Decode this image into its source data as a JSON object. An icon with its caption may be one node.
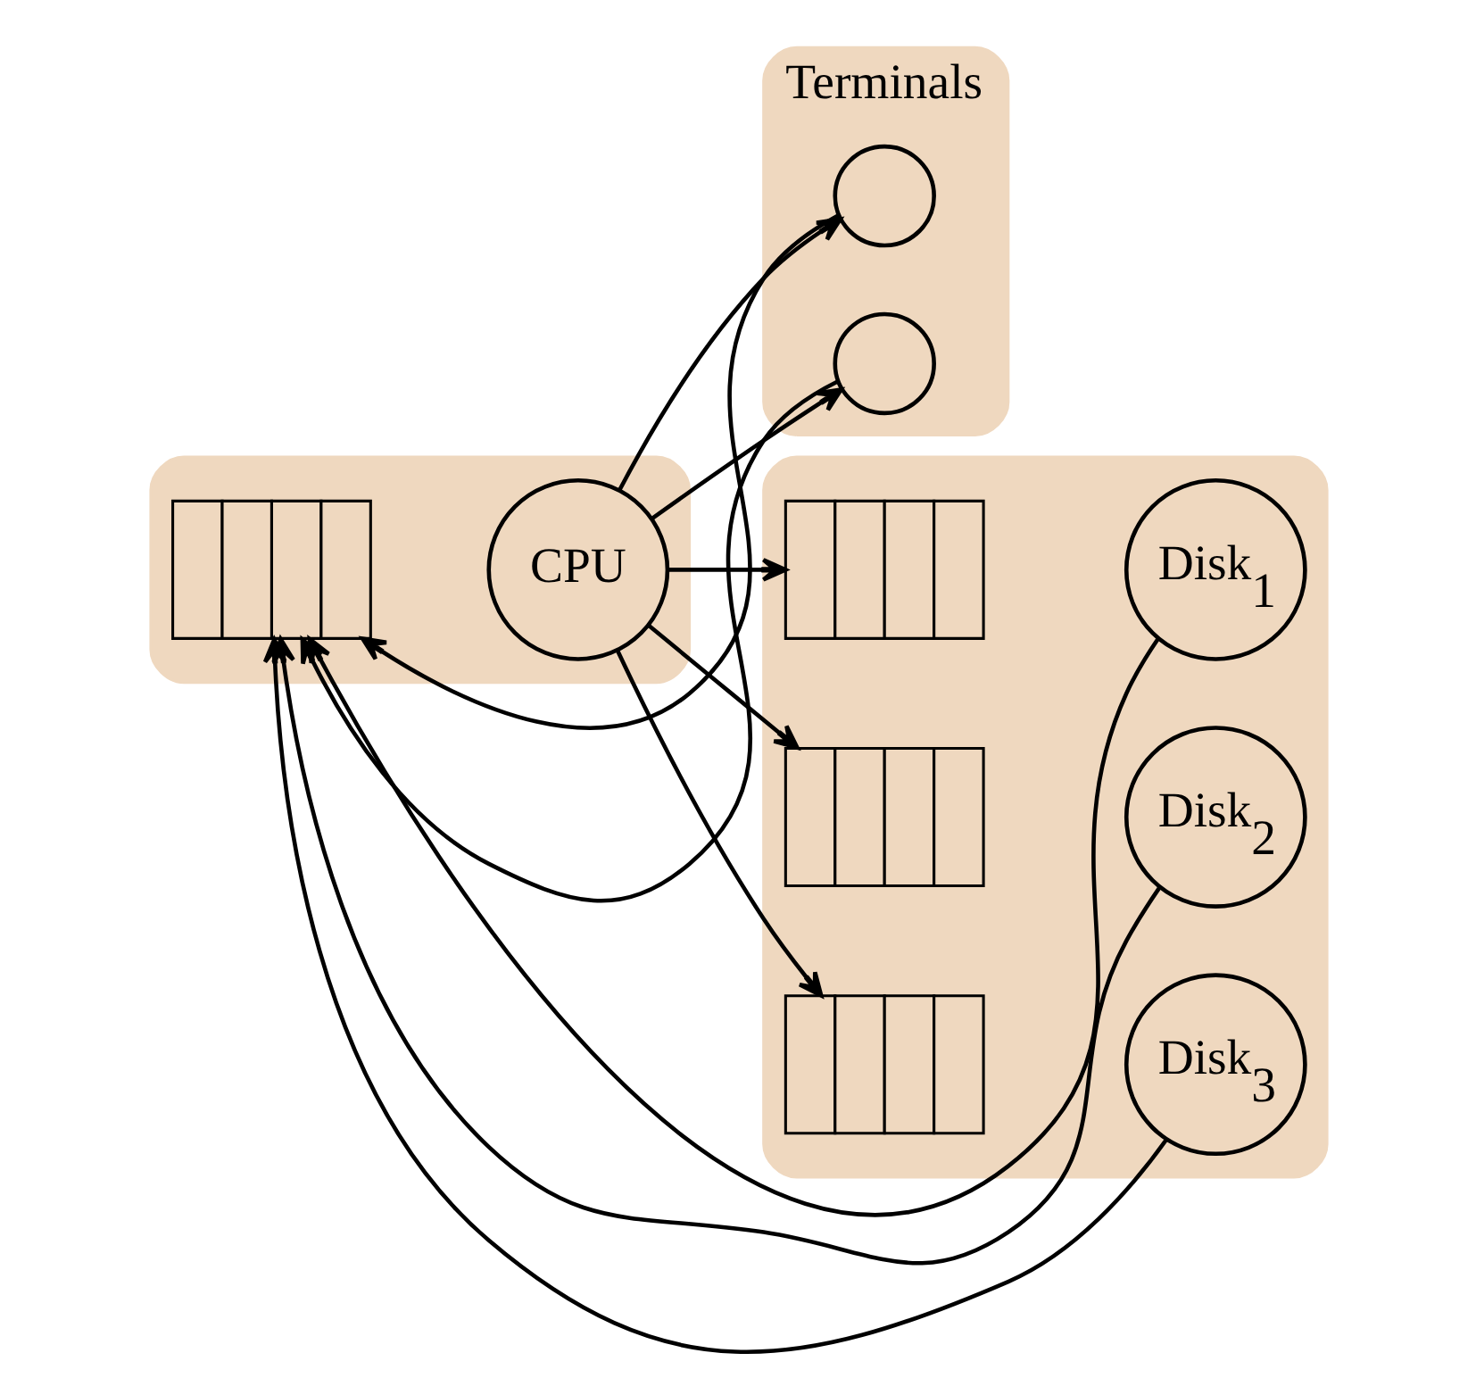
{
  "diagram": {
    "nodes": [
      {
        "text": [
          "Terminals"
        ]
      },
      {
        "text": [],
        "shape": "circle",
        "in": 0
      },
      {
        "text": [],
        "shape": "circle",
        "in": 0
      },
      {
        "text": [],
        "shape": "box"
      },
      {
        "text": [],
        "shape": "queue",
        "in": 3
      },
      {
        "text": [
          "CPU"
        ],
        "in": 3
      },
      {
        "text": [],
        "shape": "box"
      },
      {
        "text": [],
        "shape": "queue",
        "in": 6
      },
      {
        "text": [
          "Disk$_{1}$"
        ],
        "in": 6
      },
      {
        "text": [],
        "shape": "queue",
        "in": 6
      },
      {
        "text": [
          "Disk$_{2}$"
        ],
        "in": 6
      },
      {
        "text": [],
        "shape": "queue",
        "in": 6
      },
      {
        "text": [
          "Disk$_{3}$"
        ],
        "in": 6
      }
    ],
    "edges": [
      {
        "from": 1,
        "to": 4,
        "arrow": "to"
      },
      {
        "from": 2,
        "to": 4,
        "arrow": "to"
      },
      {
        "from": 8,
        "to": 4,
        "arrow": "to"
      },
      {
        "from": 10,
        "to": 4,
        "arrow": "to"
      },
      {
        "from": 12,
        "to": 4,
        "arrow": "to"
      },
      {
        "from": 5,
        "to": 1,
        "arrow": "to"
      },
      {
        "from": 5,
        "to": 2,
        "arrow": "to"
      },
      {
        "from": 5,
        "to": 7,
        "arrow": "to"
      },
      {
        "from": 5,
        "to": 9,
        "arrow": "to"
      },
      {
        "from": 5,
        "to": 11,
        "arrow": "to"
      }
    ]
  }
}
